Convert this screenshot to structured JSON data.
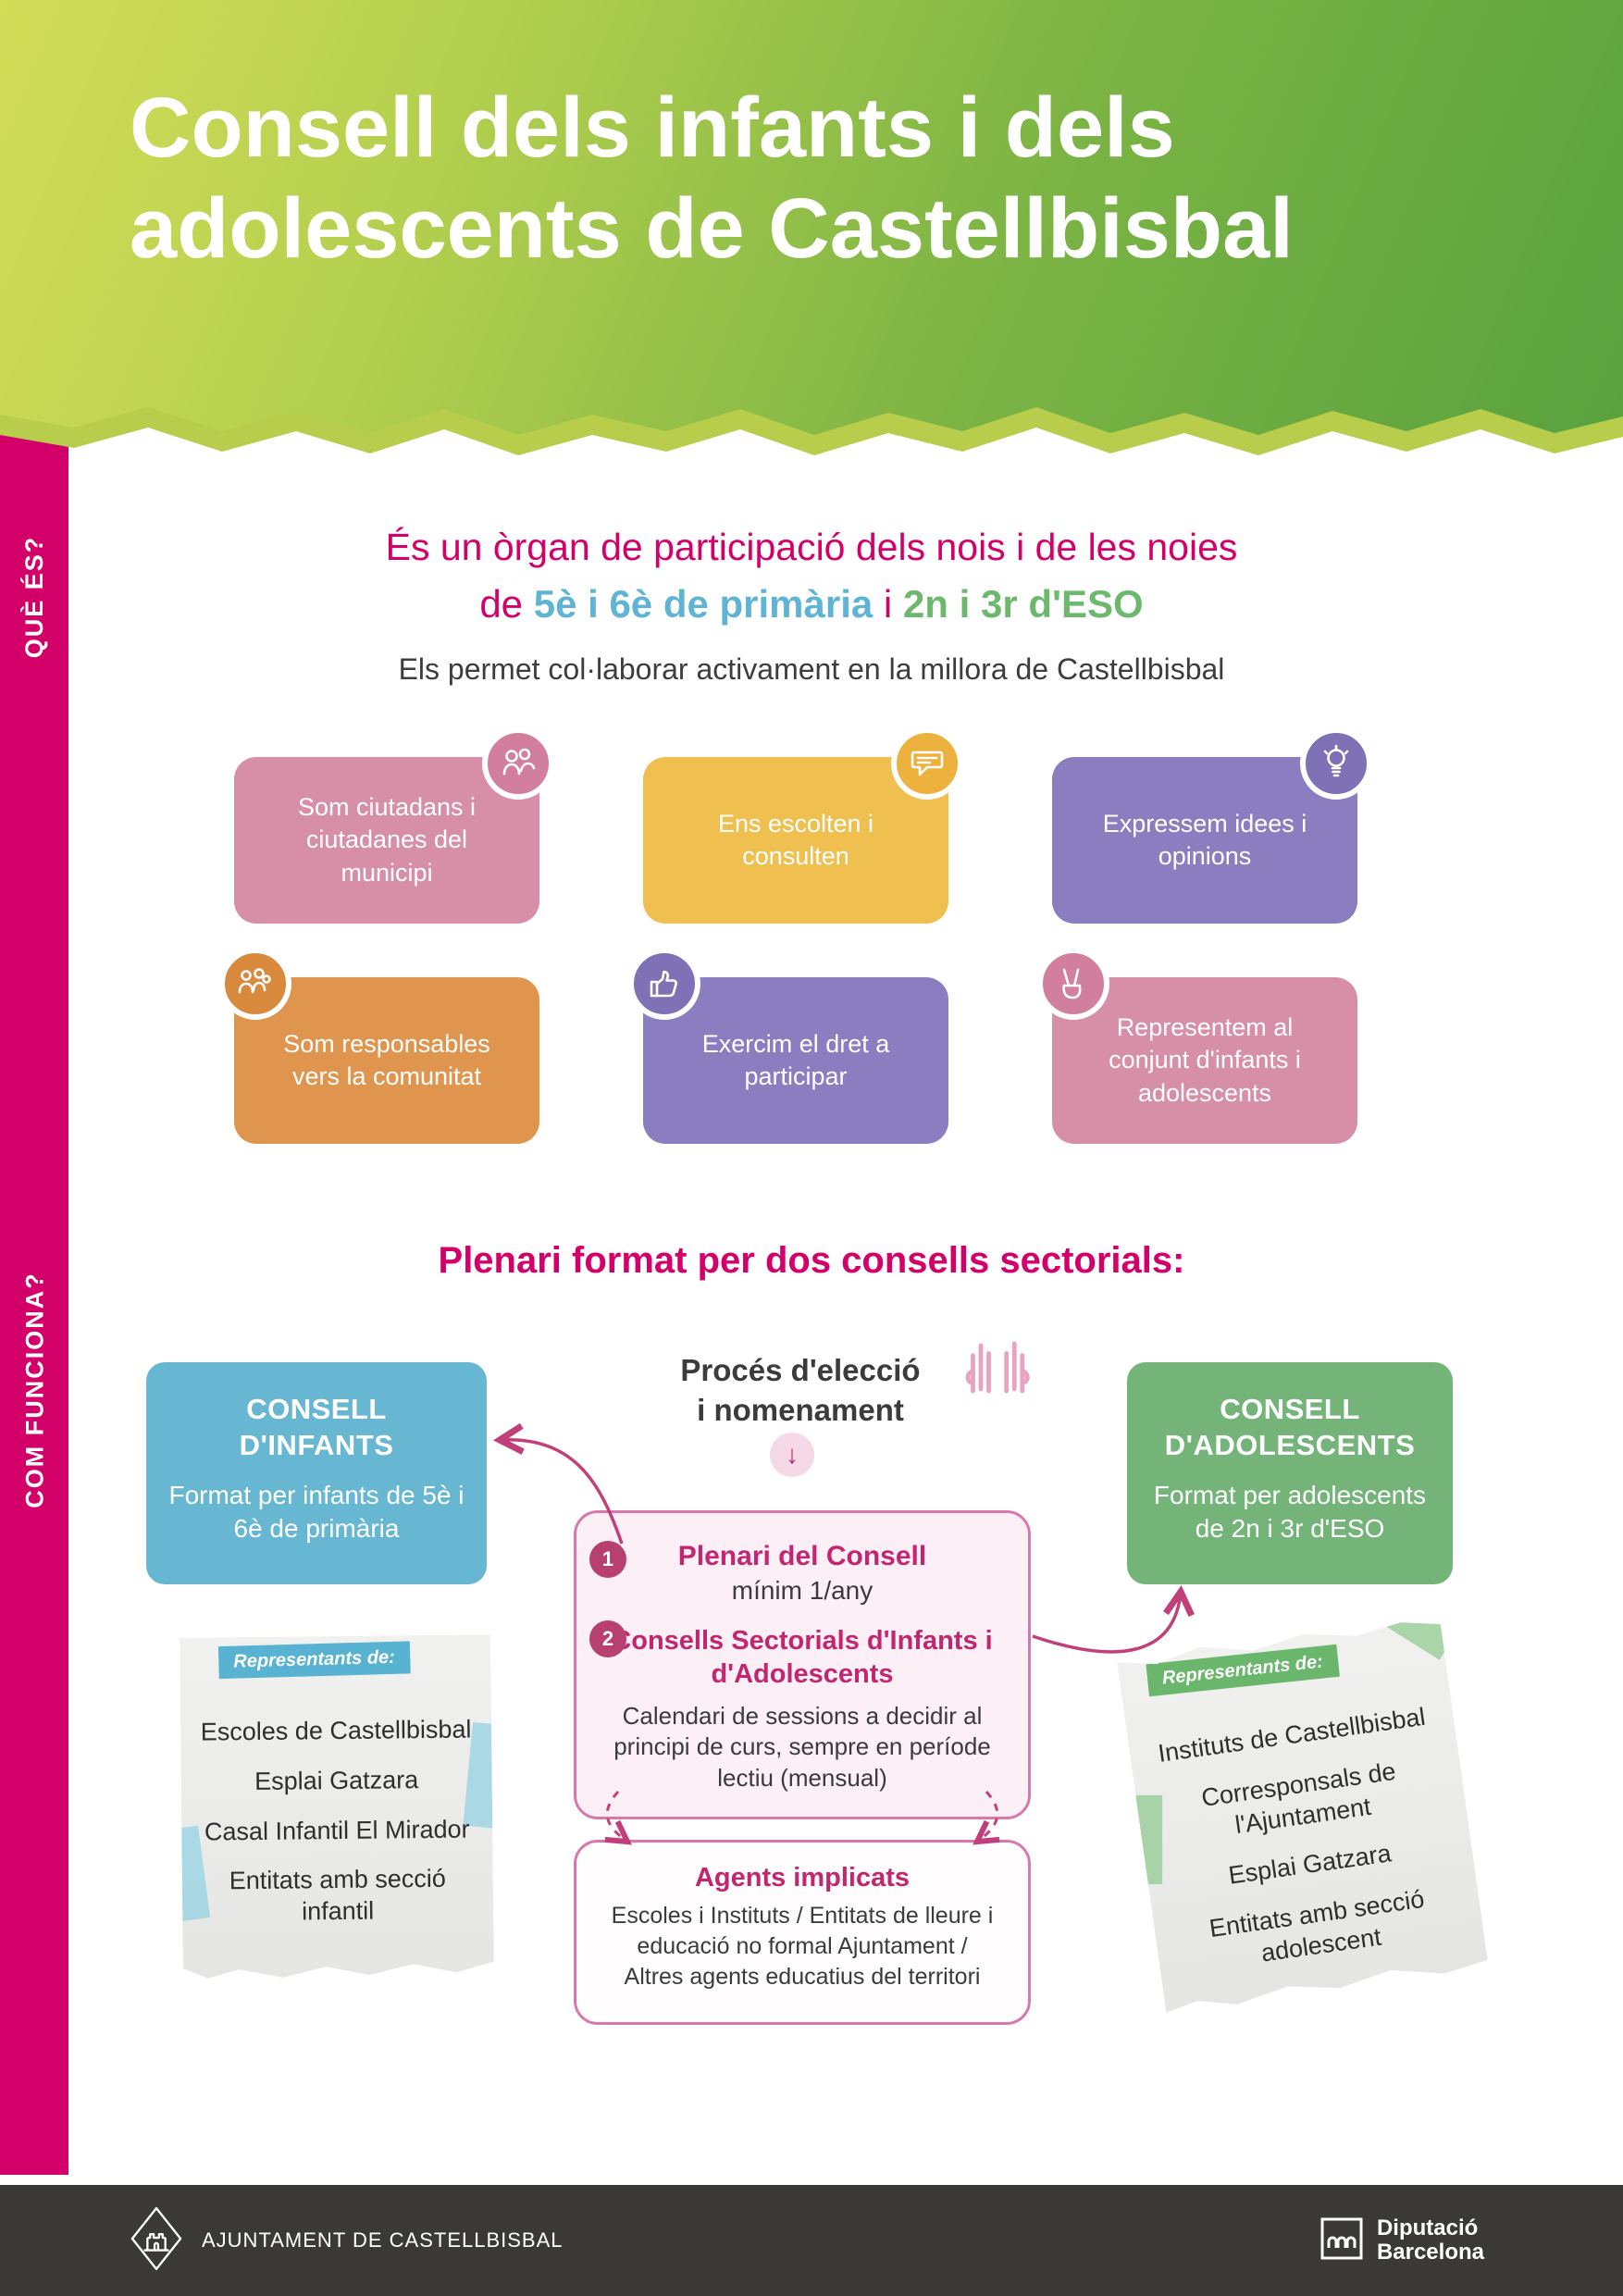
{
  "header": {
    "title_line1": "Consell dels infants i dels",
    "title_line2": "adolescents de Castellbisbal"
  },
  "sidebar": {
    "que_es": "QUÈ ÉS?",
    "com_funciona": "COM FUNCIONA?"
  },
  "intro": {
    "heading_line1": "És un òrgan de participació dels nois i de les noies",
    "heading2_pre": "de ",
    "heading2_primaria": "5è i 6è de primària",
    "heading2_mid": " i ",
    "heading2_eso": "2n i 3r d'ESO",
    "subtitle": "Els permet col·laborar activament en la millora de Castellbisbal"
  },
  "cards": [
    {
      "label": "Som ciutadans i ciutadanes del municipi",
      "icon": "citizens-icon",
      "color": "#d78fa7"
    },
    {
      "label": "Ens escolten i consulten",
      "icon": "speech-bubble-icon",
      "color": "#efc050"
    },
    {
      "label": "Expressem idees i opinions",
      "icon": "ideas-icon",
      "color": "#8a7ec0"
    },
    {
      "label": "Som responsables vers la comunitat",
      "icon": "community-icon",
      "color": "#e0954e"
    },
    {
      "label": "Exercim el dret a participar",
      "icon": "thumbs-up-icon",
      "color": "#8a7ec0"
    },
    {
      "label": "Representem al conjunt d'infants i adolescents",
      "icon": "victory-hand-icon",
      "color": "#d78fa7"
    }
  ],
  "how_it_works": {
    "section_title": "Plenari format per dos consells sectorials:",
    "consell_infants": {
      "title_line1": "CONSELL",
      "title_line2": "D'INFANTS",
      "desc": "Format per infants de 5è i 6è de primària"
    },
    "proces": {
      "line1": "Procés d'elecció",
      "line2": "i nomenament",
      "arrow": "↓"
    },
    "consell_adolescents": {
      "title_line1": "CONSELL",
      "title_line2": "D'ADOLESCENTS",
      "desc": "Format per adolescents de 2n i 3r d'ESO"
    },
    "plenari": {
      "num1": "1",
      "item1_title": "Plenari del Consell",
      "item1_sub": "mínim 1/any",
      "num2": "2",
      "item2_title": "Consells Sectorials d'Infants i d'Adolescents",
      "item2_desc": "Calendari de sessions a decidir al principi de curs, sempre en període lectiu (mensual)"
    },
    "agents": {
      "title": "Agents implicats",
      "desc": "Escoles i Instituts / Entitats de lleure i educació no formal Ajuntament / Altres agents educatius del territori"
    },
    "left_note": {
      "badge": "Representants de:",
      "items": [
        "Escoles de Castellbisbal",
        "Esplai Gatzara",
        "Casal Infantil El Mirador",
        "Entitats amb secció infantil"
      ]
    },
    "right_note": {
      "badge": "Representants de:",
      "items": [
        "Instituts de Castellbisbal",
        "Corresponsals de l'Ajuntament",
        "Esplai Gatzara",
        "Entitats amb secció adolescent"
      ]
    }
  },
  "footer": {
    "ajuntament": "AJUNTAMENT DE CASTELLBISBAL",
    "diputacio_line1": "Diputació",
    "diputacio_line2": "Barcelona"
  },
  "colors": {
    "magenta": "#d4006a",
    "blue": "#5fb4d6",
    "green": "#6cb96e",
    "card_pink": "#d78fa7",
    "card_yellow": "#efc050",
    "card_purple": "#8a7ec0",
    "card_orange": "#e0954e",
    "consell_infants_bg": "#67b7d3",
    "consell_adolescents_bg": "#74b478",
    "footer_bg": "#3a3937"
  }
}
